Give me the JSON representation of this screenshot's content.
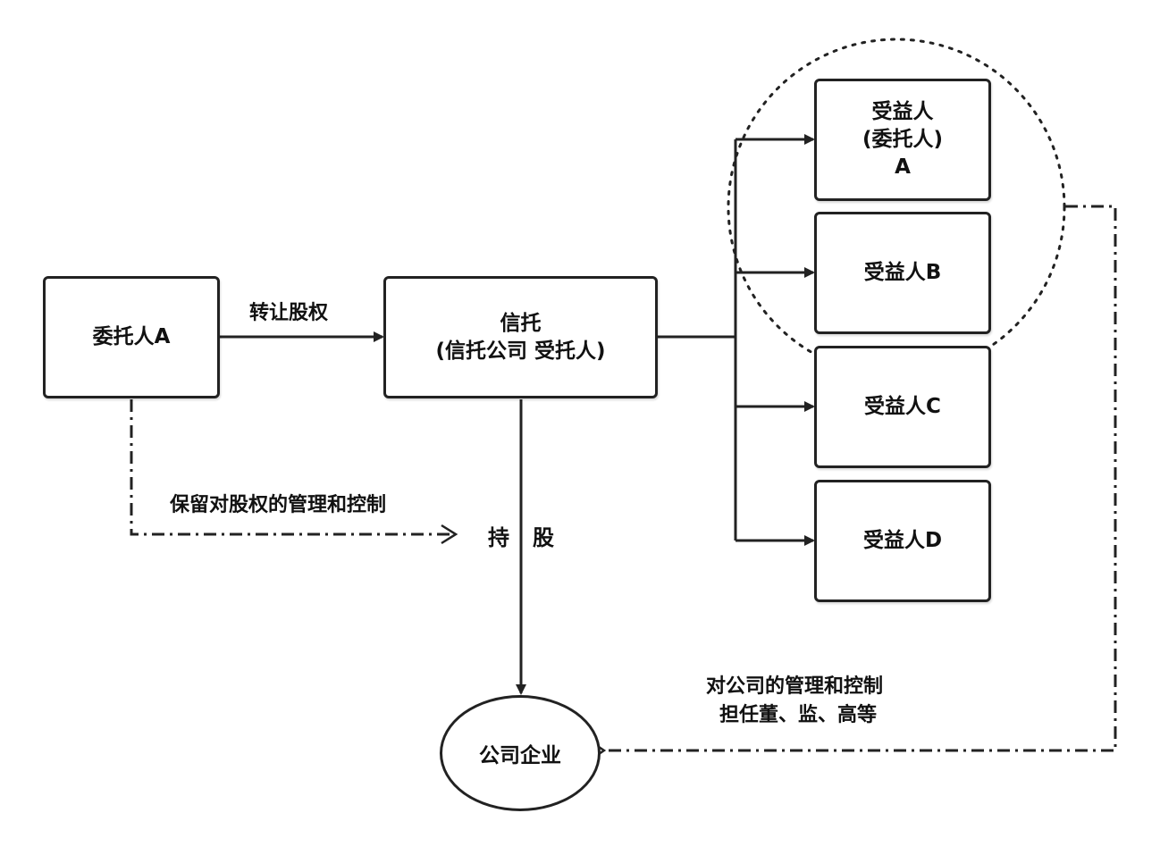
{
  "nodes": {
    "settlor": "委托人A",
    "trust": {
      "line1": "信托",
      "line2": "(信托公司 受托人)"
    },
    "beneficiary_a": {
      "line1": "受益人",
      "line2": "(委托人)",
      "line3": "A"
    },
    "beneficiary_b": "受益人B",
    "beneficiary_c": "受益人C",
    "beneficiary_d": "受益人D",
    "company": "公司企业"
  },
  "edge_labels": {
    "transfer": "转让股权",
    "retain_control": "保留对股权的管理和控制",
    "hold_left": "持",
    "hold_right": "股",
    "company_control_line1": "对公司的管理和控制",
    "company_control_line2": "担任董、监、高等"
  },
  "colors": {
    "stroke": "#222222",
    "text": "#111111",
    "background": "#ffffff"
  }
}
